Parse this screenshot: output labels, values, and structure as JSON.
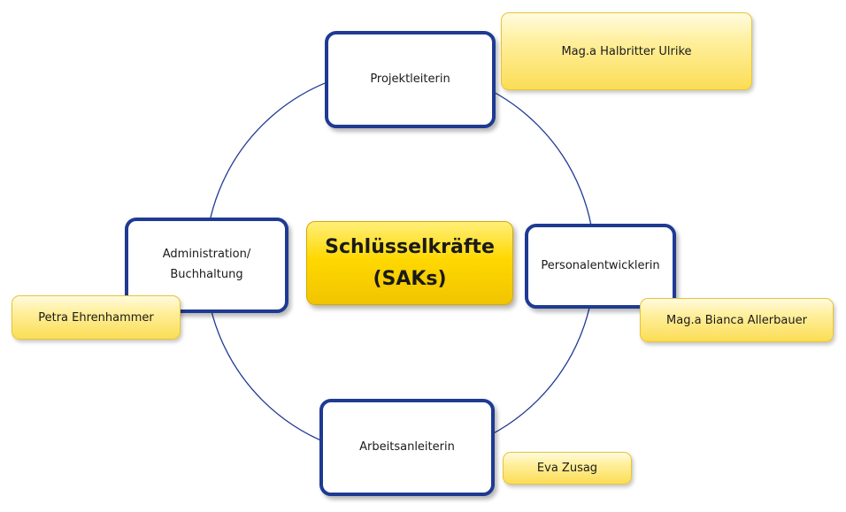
{
  "center": {
    "text": "Schlüsselkräfte\n(SAKs)"
  },
  "roles": {
    "top": "Projektleiterin",
    "left": "Administration/\nBuchhaltung",
    "right": "Personalentwicklerin",
    "bottom": "Arbeitsanleiterin"
  },
  "names": {
    "top": "Mag.a Halbritter Ulrike",
    "left": "Petra Ehrenhammer",
    "right": "Mag.a Bianca Allerbauer",
    "bottom": "Eva Zusag"
  },
  "colors": {
    "ring": "#1f3a93",
    "box_border": "#1f3a93",
    "center_fill": "#ffd800",
    "name_fill": "#fff0a0"
  }
}
